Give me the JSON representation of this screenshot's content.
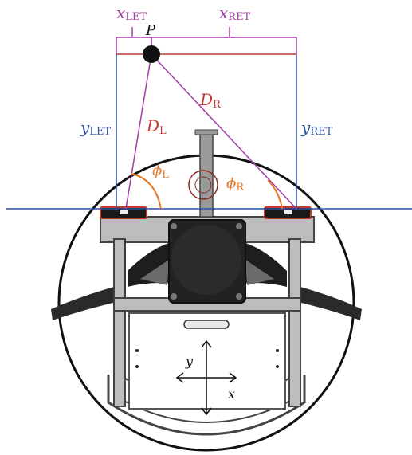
{
  "labels": {
    "x_let": "x",
    "x_let_sub": "LET",
    "x_ret": "x",
    "x_ret_sub": "RET",
    "point": "P",
    "d_r": "D",
    "d_r_sub": "R",
    "d_l": "D",
    "d_l_sub": "L",
    "y_let": "y",
    "y_let_sub": "LET",
    "y_ret": "y",
    "y_ret_sub": "RET",
    "phi_l": "ϕ",
    "phi_l_sub": "L",
    "phi_r": "ϕ",
    "phi_r_sub": "R",
    "axis_y": "y",
    "axis_x": "x"
  },
  "colors": {
    "magenta": "#a23fa6",
    "red": "#c0392b",
    "blue": "#2f4fa3",
    "orange": "#e87722",
    "dark": "#1a1a1a",
    "frame_gray": "#9a9a9a"
  }
}
